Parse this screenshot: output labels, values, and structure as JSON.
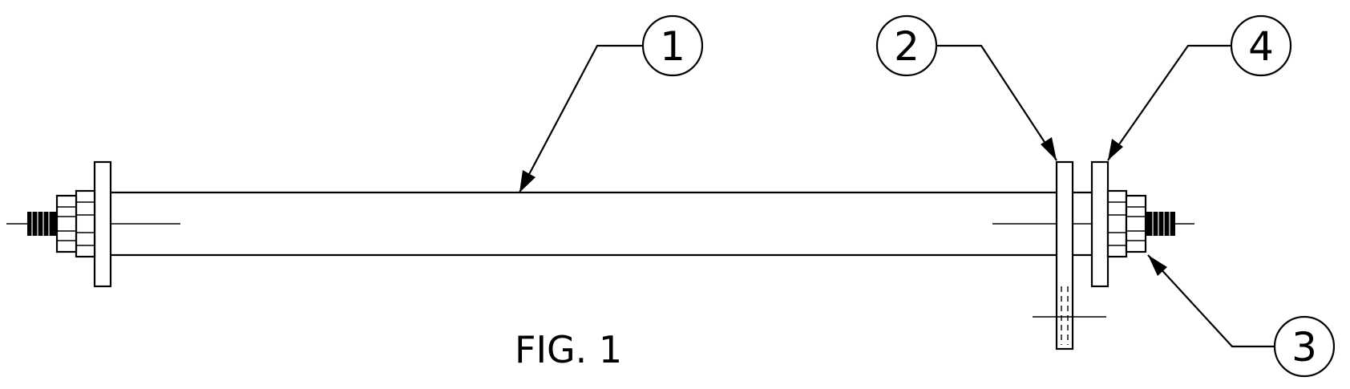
{
  "figure": {
    "caption": "FIG. 1",
    "callouts": [
      {
        "label": "1"
      },
      {
        "label": "2"
      },
      {
        "label": "3"
      },
      {
        "label": "4"
      }
    ]
  }
}
